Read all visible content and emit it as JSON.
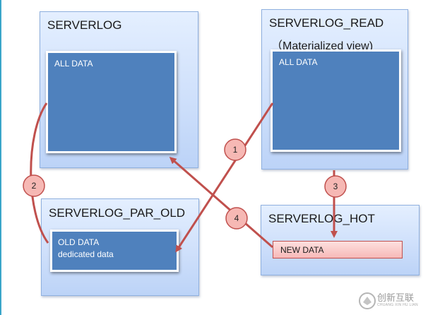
{
  "panels": {
    "serverlog": {
      "title": "SERVERLOG",
      "data_label": "ALL  DATA"
    },
    "serverlog_read": {
      "title": "SERVERLOG_READ",
      "subtitle": "（Materialized view)",
      "data_label": "ALL  DATA"
    },
    "serverlog_par_old": {
      "title": "SERVERLOG_PAR_OLD",
      "data_label_1": "OLD DATA",
      "data_label_2": "dedicated data"
    },
    "serverlog_hot": {
      "title": "SERVERLOG_HOT",
      "data_label": "NEW DATA"
    }
  },
  "steps": [
    "1",
    "2",
    "3",
    "4"
  ],
  "watermark": {
    "text": "创新互联",
    "subtext": "CHUANG XIN HU LIAN"
  },
  "colors": {
    "panel_border": "#8fb0df",
    "data_box": "#4f81bd",
    "arrow": "#c0504d",
    "step_circle": "#f6b8b4",
    "new_data_fill": "#f7b9b8"
  }
}
